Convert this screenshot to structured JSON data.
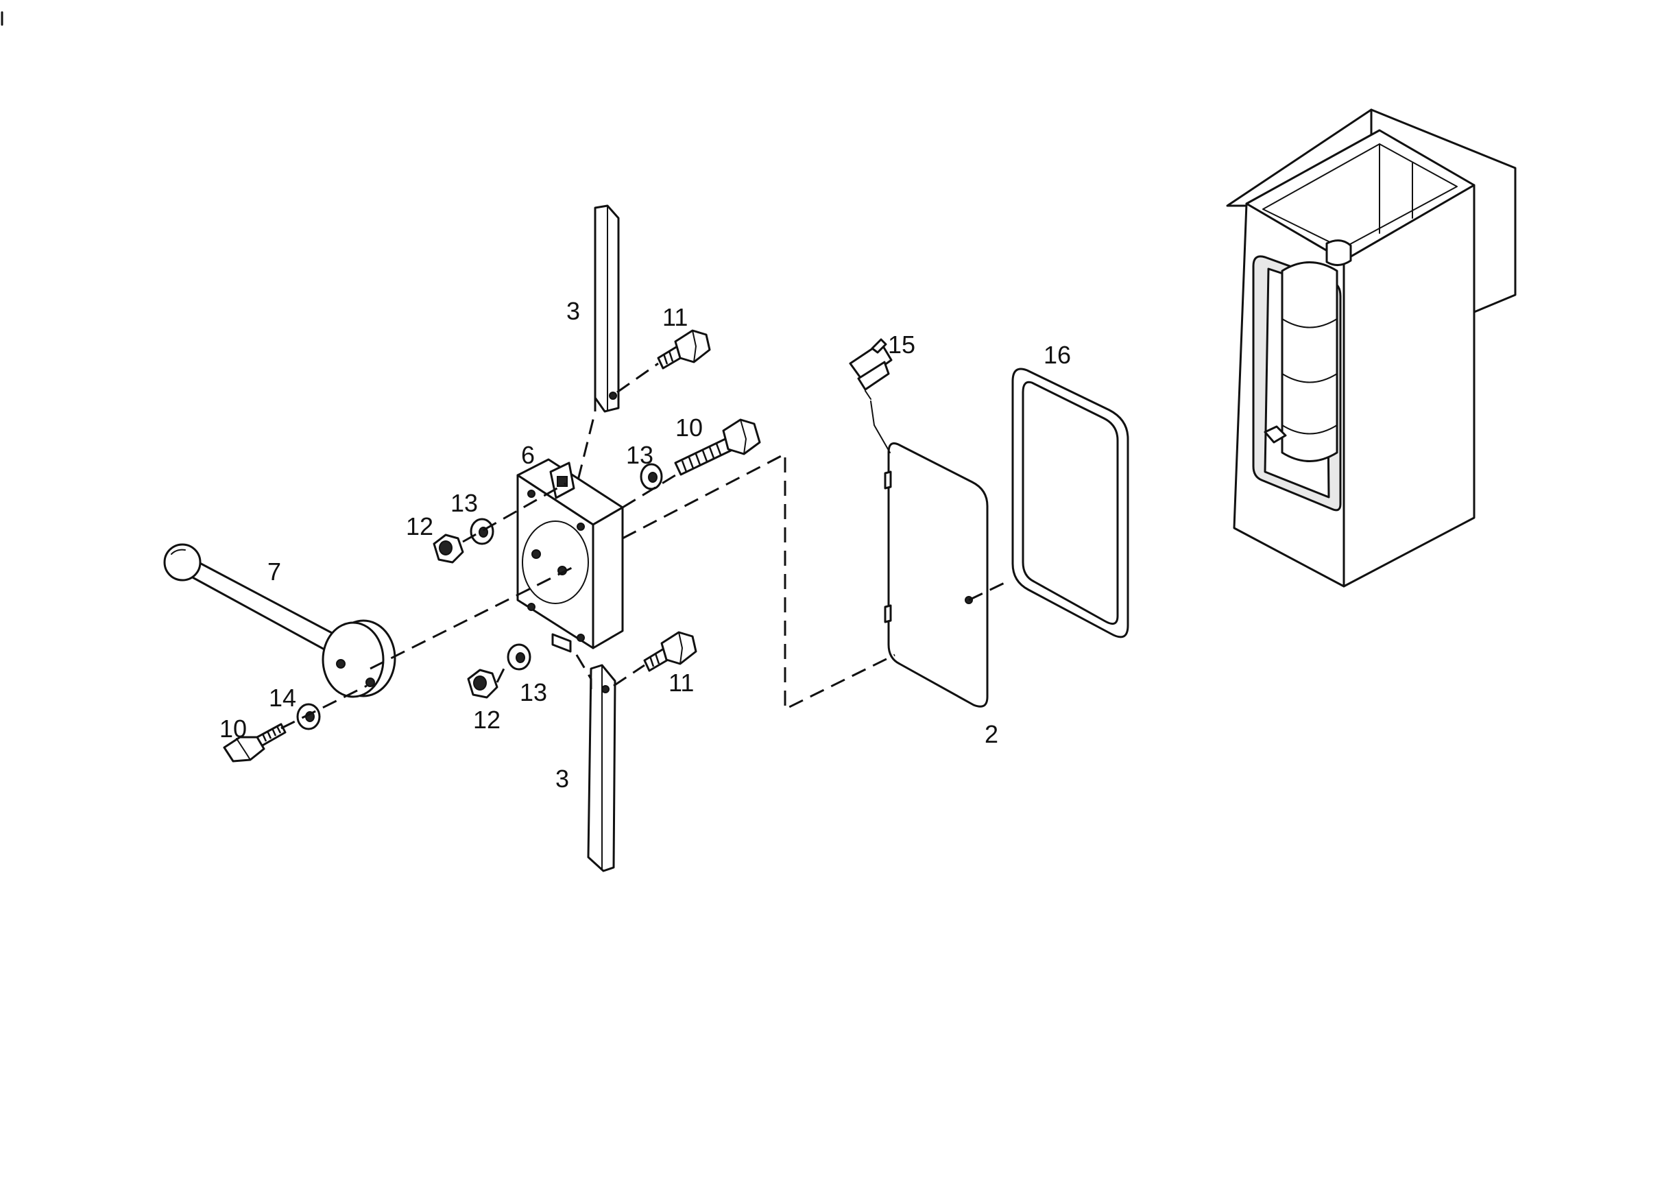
{
  "callouts": {
    "c2": "2",
    "c3_top": "3",
    "c3_bottom": "3",
    "c6": "6",
    "c7": "7",
    "c10_top": "10",
    "c10_bottom": "10",
    "c11_top": "11",
    "c11_bottom": "11",
    "c12_top": "12",
    "c12_bottom": "12",
    "c13_left": "13",
    "c13_right": "13",
    "c13_bottom": "13",
    "c14": "14",
    "c15": "15",
    "c16": "16"
  },
  "colors": {
    "line": "#111111",
    "background": "#ffffff"
  }
}
